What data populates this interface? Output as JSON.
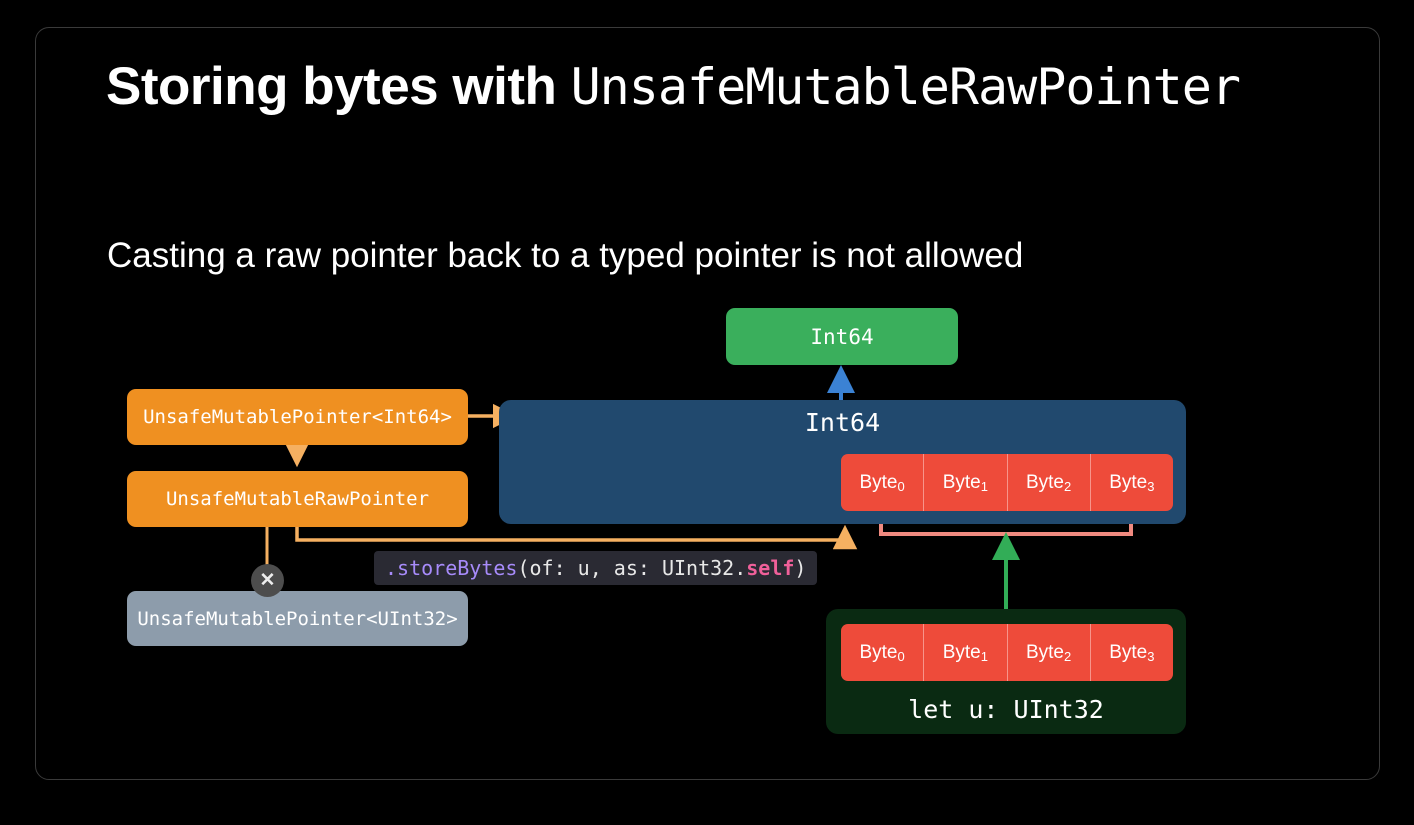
{
  "slide": {
    "title_bold": "Storing bytes with ",
    "title_mono": "UnsafeMutableRawPointer",
    "subtitle": "Casting a raw pointer back to a typed pointer is not allowed"
  },
  "colors": {
    "background": "#000000",
    "frame_border": "#3a3a3a",
    "orange": "#ef9021",
    "orange_arrow": "#f5b061",
    "grey_box": "#8d9cab",
    "blue_memory": "#21496e",
    "blue_arrow": "#3b82d4",
    "green_type": "#3aaf5c",
    "green_arrow": "#32ad57",
    "dark_green": "#0a2a12",
    "red_byte": "#ee4b3a",
    "red_bracket": "#f08a80",
    "byte_separator": "#f7948a",
    "code_chip_bg": "#2a2a33",
    "code_purple": "#a78bfa",
    "code_pink": "#f0609a",
    "x_badge": "#4d4d4d",
    "text": "#ffffff"
  },
  "diagram": {
    "typed_pointer_int64": "UnsafeMutablePointer<Int64>",
    "raw_pointer": "UnsafeMutableRawPointer",
    "typed_pointer_uint32": "UnsafeMutablePointer<UInt32>",
    "disallowed_marker": "✕",
    "green_type_label": "Int64",
    "memory_block_label": "Int64",
    "source_value_label": "let u: UInt32",
    "bytes_in_memory": [
      {
        "label": "Byte",
        "index": "0"
      },
      {
        "label": "Byte",
        "index": "1"
      },
      {
        "label": "Byte",
        "index": "2"
      },
      {
        "label": "Byte",
        "index": "3"
      }
    ],
    "bytes_in_value": [
      {
        "label": "Byte",
        "index": "0"
      },
      {
        "label": "Byte",
        "index": "1"
      },
      {
        "label": "Byte",
        "index": "2"
      },
      {
        "label": "Byte",
        "index": "3"
      }
    ],
    "code_snippet": {
      "method": ".storeBytes",
      "args_open": "(of: u, as: UInt32.",
      "self_keyword": "self",
      "args_close": ")"
    }
  }
}
